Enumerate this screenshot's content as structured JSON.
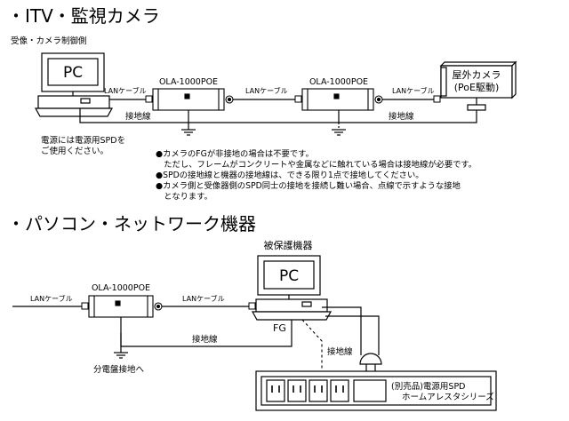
{
  "section1": {
    "title": "・ITV・監視カメラ",
    "subtitle": "受像・カメラ制御側",
    "pc_label": "PC",
    "spd_a_label": "OLA-1000POE",
    "spd_b_label": "OLA-1000POE",
    "lan_label_1": "LANケーブル",
    "lan_label_2": "LANケーブル",
    "lan_label_3": "LANケーブル",
    "ground_label_1": "接地線",
    "ground_label_2": "接地線",
    "camera_line1": "屋外カメラ",
    "camera_line2": "(PoE駆動)",
    "power_note_line1": "電源には電源用SPDを",
    "power_note_line2": "ご使用ください。",
    "notes": [
      "●カメラのFGが非接地の場合は不要です。",
      "　ただし、フレームがコンクリートや金属などに触れている場合は接地線が必要です。",
      "●SPDの接地線と機器の接地線は、できる限り1点で接地してください。",
      "●カメラ側と受像器側のSPD同士の接地を接続し難い場合、点線で示すような接地",
      "　となります。"
    ]
  },
  "section2": {
    "title": "・パソコン・ネットワーク機器",
    "protected_label": "被保護機器",
    "pc_label": "PC",
    "lan_label_left": "LANケーブル",
    "lan_label_right": "LANケーブル",
    "spd_label": "OLA-1000POE",
    "fg_label": "FG",
    "ground_label_1": "接地線",
    "ground_label_2": "接地線",
    "panel_ground_label": "分電盤接地へ",
    "strip_line1": "(別売品)電源用SPD",
    "strip_line2": "ホームアレスタシリーズ"
  }
}
